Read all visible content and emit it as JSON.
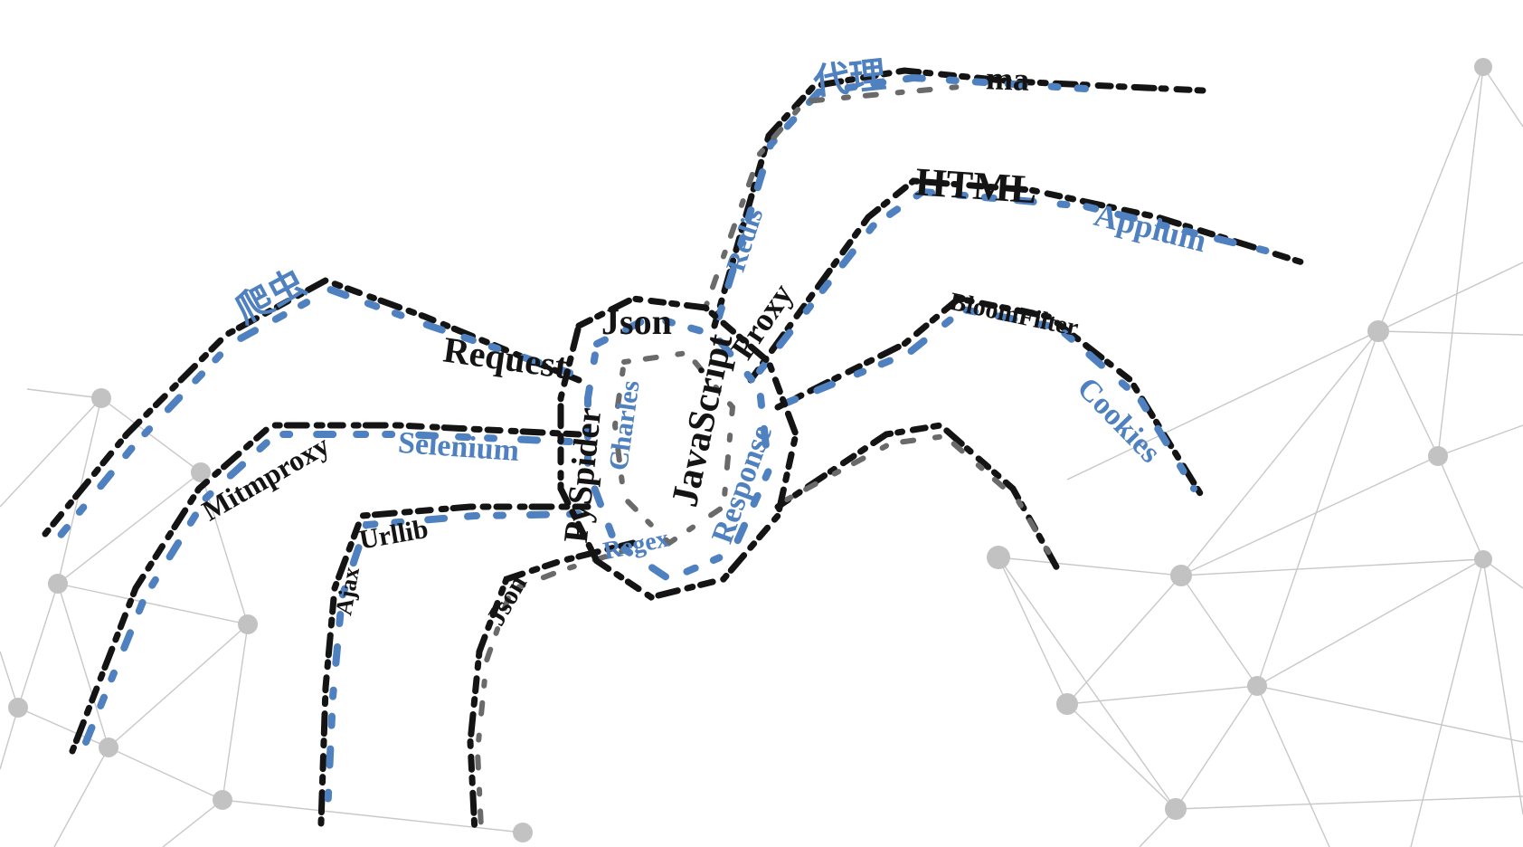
{
  "colors": {
    "ink": "#141414",
    "blue": "#4f80bf",
    "network": "#c8c8c8",
    "background": "#ffffff"
  },
  "words": [
    {
      "id": "daili",
      "text": "代理",
      "color": "blue"
    },
    {
      "id": "pa",
      "text": "ma",
      "color": "ink"
    },
    {
      "id": "html",
      "text": "HTML",
      "color": "ink"
    },
    {
      "id": "appium",
      "text": "Appium",
      "color": "blue"
    },
    {
      "id": "redis",
      "text": "Redis",
      "color": "blue"
    },
    {
      "id": "json-top",
      "text": "Json",
      "color": "ink"
    },
    {
      "id": "javascript",
      "text": "JavaScript",
      "color": "ink"
    },
    {
      "id": "proxy",
      "text": "Proxy",
      "color": "ink"
    },
    {
      "id": "bloomfilter",
      "text": "BloomFilter",
      "color": "ink"
    },
    {
      "id": "cookies",
      "text": "Cookies",
      "color": "blue"
    },
    {
      "id": "pachong",
      "text": "爬虫",
      "color": "blue"
    },
    {
      "id": "request",
      "text": "Request",
      "color": "ink"
    },
    {
      "id": "charles",
      "text": "Charles",
      "color": "blue"
    },
    {
      "id": "pyspider",
      "text": "PySpider",
      "color": "ink"
    },
    {
      "id": "response",
      "text": "Response",
      "color": "blue"
    },
    {
      "id": "selenium",
      "text": "Selenium",
      "color": "blue"
    },
    {
      "id": "mitmproxy",
      "text": "Mitmproxy",
      "color": "ink"
    },
    {
      "id": "urllib",
      "text": "Urllib",
      "color": "ink"
    },
    {
      "id": "ajax",
      "text": "Ajax",
      "color": "ink"
    },
    {
      "id": "regex",
      "text": "Regex",
      "color": "blue"
    },
    {
      "id": "json-low",
      "text": "Json",
      "color": "ink"
    }
  ]
}
